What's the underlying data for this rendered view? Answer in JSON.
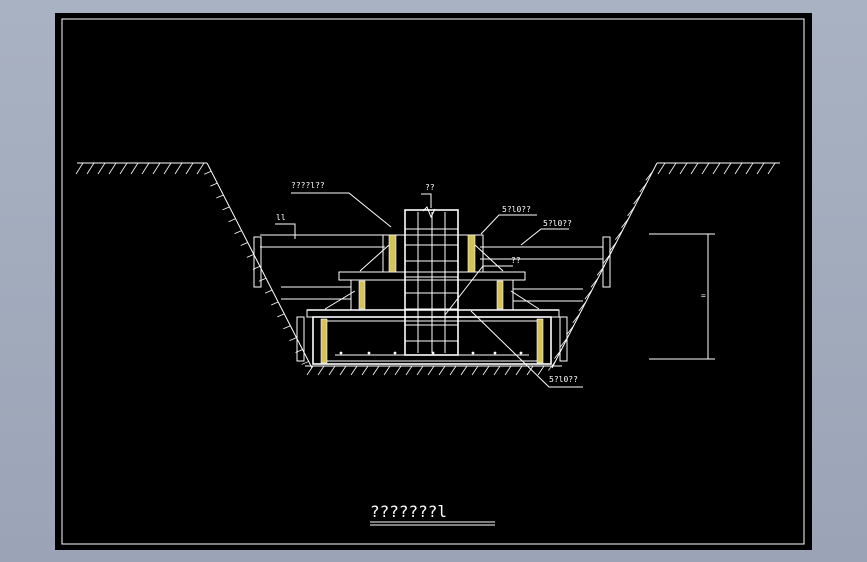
{
  "drawing": {
    "title": "???????l",
    "labels": {
      "formwork_top_left": "????l??",
      "column": "??",
      "support_left": "ll",
      "tie_right_upper": "5?l0??",
      "tie_right_side": "5?l0??",
      "bracket_right": "??",
      "tie_bottom": "5?l0??",
      "depth_dim": "="
    },
    "colors": {
      "background": "#000000",
      "line": "#ffffff",
      "formwork": "#d4c25a",
      "frame": "#a9b2c2"
    }
  }
}
